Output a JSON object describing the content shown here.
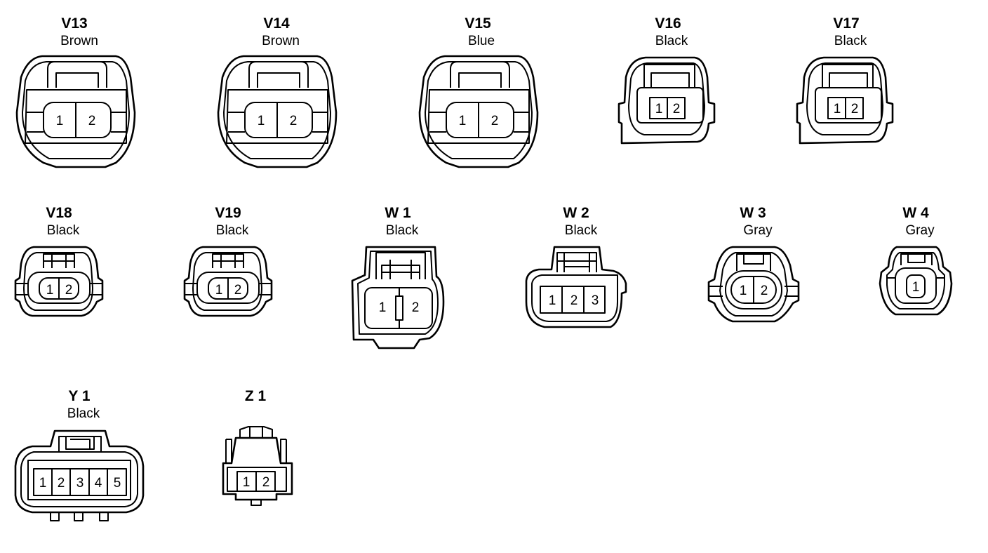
{
  "connectors": [
    {
      "id": "V13",
      "color": "Brown",
      "pins": [
        "1",
        "2"
      ]
    },
    {
      "id": "V14",
      "color": "Brown",
      "pins": [
        "1",
        "2"
      ]
    },
    {
      "id": "V15",
      "color": "Blue",
      "pins": [
        "1",
        "2"
      ]
    },
    {
      "id": "V16",
      "color": "Black",
      "pins": [
        "1",
        "2"
      ]
    },
    {
      "id": "V17",
      "color": "Black",
      "pins": [
        "1",
        "2"
      ]
    },
    {
      "id": "V18",
      "color": "Black",
      "pins": [
        "1",
        "2"
      ]
    },
    {
      "id": "V19",
      "color": "Black",
      "pins": [
        "1",
        "2"
      ]
    },
    {
      "id": "W 1",
      "color": "Black",
      "pins": [
        "1",
        "2"
      ]
    },
    {
      "id": "W 2",
      "color": "Black",
      "pins": [
        "1",
        "2",
        "3"
      ]
    },
    {
      "id": "W 3",
      "color": "Gray",
      "pins": [
        "1",
        "2"
      ]
    },
    {
      "id": "W 4",
      "color": "Gray",
      "pins": [
        "1"
      ]
    },
    {
      "id": "Y 1",
      "color": "Black",
      "pins": [
        "1",
        "2",
        "3",
        "4",
        "5"
      ]
    },
    {
      "id": "Z 1",
      "color": "",
      "pins": [
        "1",
        "2"
      ]
    }
  ]
}
